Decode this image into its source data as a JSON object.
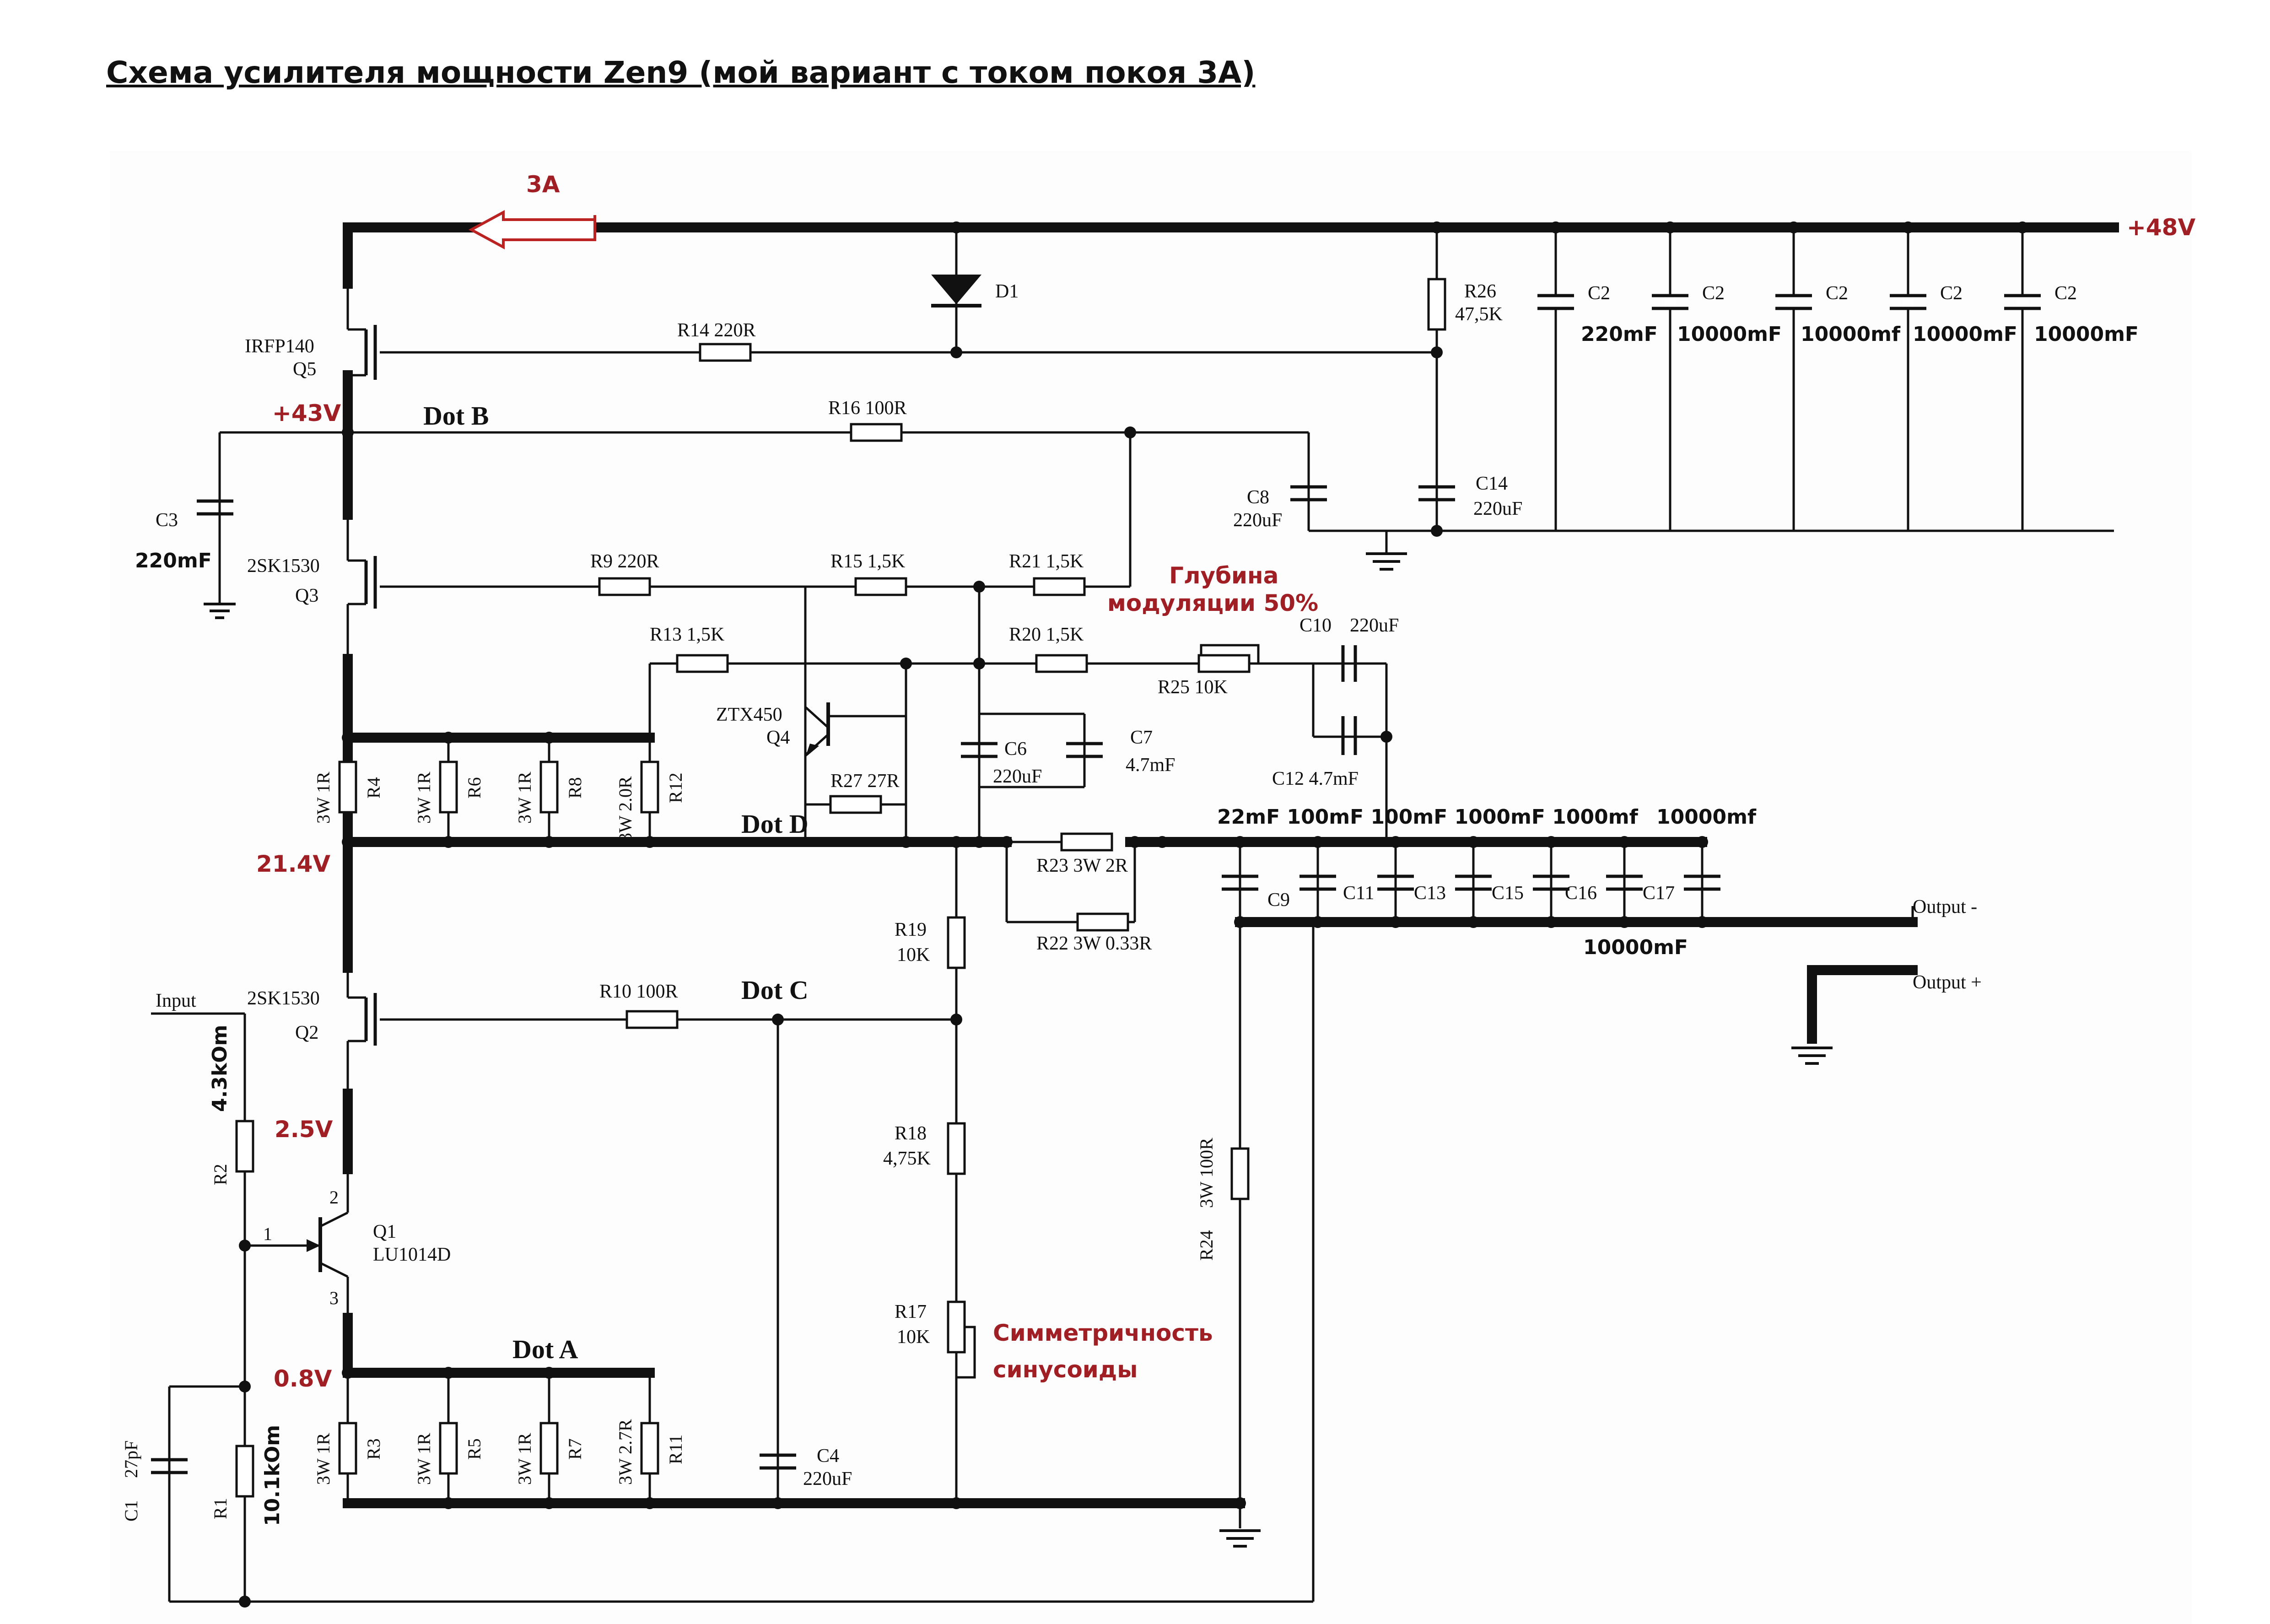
{
  "title": "Схема усилителя мощности Zen9 (мой вариант с током покоя 3А)",
  "supply": {
    "rail": "+48V",
    "current": "3A"
  },
  "voltages": {
    "v43": "+43V",
    "v214": "21.4V",
    "v25": "2.5V",
    "v08": "0.8V"
  },
  "dots": {
    "a": "Dot A",
    "b": "Dot B",
    "c": "Dot C",
    "d": "Dot D"
  },
  "notes": {
    "depth1": "Глубина",
    "depth2": "модуляции 50%",
    "sym1": "Симметричность",
    "sym2": "синусоиды"
  },
  "transistors": {
    "q5_type": "IRFP140",
    "q5": "Q5",
    "q3_type": "2SK1530",
    "q3": "Q3",
    "q2_type": "2SK1530",
    "q2": "Q2",
    "q4_type": "ZTX450",
    "q4": "Q4",
    "q1": "Q1",
    "q1_type": "LU1014D",
    "q1_pin1": "1",
    "q1_pin2": "2",
    "q1_pin3": "3"
  },
  "diode": "D1",
  "resistors": {
    "r14": "R14  220R",
    "r26": "R26",
    "r26_val": "47,5K",
    "r16": "R16  100R",
    "r9": "R9  220R",
    "r15": "R15  1,5K",
    "r21": "R21  1,5K",
    "r13": "R13    1,5K",
    "r20": "R20  1,5K",
    "r25": "R25   10K",
    "r27": "R27   27R",
    "r23": "R23   3W 2R",
    "r22": "R22   3W 0.33R",
    "r10": "R10   100R",
    "r19": "R19",
    "r19_val": "10K",
    "r18": "R18",
    "r18_val": "4,75K",
    "r17": "R17",
    "r17_val": "10K",
    "r4": "R4",
    "r4_val": "3W  1R",
    "r6": "R6",
    "r6_val": "3W  1R",
    "r8": "R8",
    "r8_val": "3W  1R",
    "r12": "R12",
    "r12_val": "3W 2.0R",
    "r3": "R3",
    "r3_val": "3W  1R",
    "r5": "R5",
    "r5_val": "3W  1R",
    "r7": "R7",
    "r7_val": "3W  1R",
    "r11": "R11",
    "r11_val": "3W 2.7R",
    "r24": "R24",
    "r24_val": "3W  100R",
    "r2": "R2",
    "r2_val": "4.3kOm",
    "r1": "R1",
    "r1_val": "10.1kOm"
  },
  "capacitors": {
    "c2": "C2",
    "c2_a": "220mF",
    "c2_b": "10000mF",
    "c2_c": "10000mf",
    "c2_d": "10000mF",
    "c2_e": "10000mF",
    "c8": "C8",
    "c8_val": "220uF",
    "c14": "C14",
    "c14_val": "220uF",
    "c3": "C3",
    "c3_val": "220mF",
    "c10": "C10",
    "c10_val": "220uF",
    "c12": "C12  4.7mF",
    "c6": "C6",
    "c6_val": "220uF",
    "c7": "C7",
    "c7_val": "4.7mF",
    "c9": "C9",
    "c11": "C11",
    "c13": "C13",
    "c15": "C15",
    "c16": "C16",
    "c17": "C17",
    "bank_vals": "22mF 100mF 100mF 1000mF 1000mf",
    "bank_big": "10000mf",
    "bank_bottom": "10000mF",
    "c4": "C4",
    "c4_val": "220uF",
    "c1": "C1",
    "c1_val": "27pF"
  },
  "io": {
    "input": "Input",
    "out_minus": "Output -",
    "out_plus": "Output +"
  }
}
